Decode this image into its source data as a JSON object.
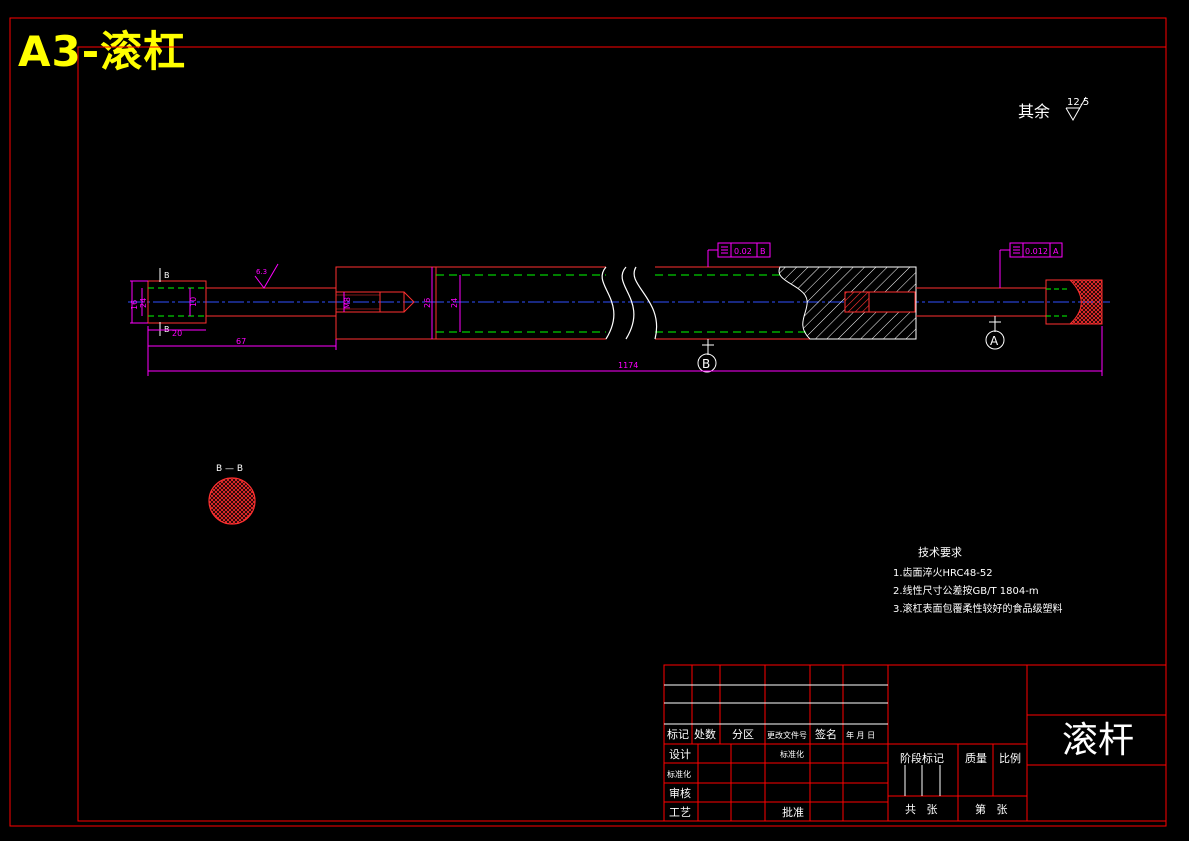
{
  "sheet": {
    "corner_label": "A3-滚杠"
  },
  "surface_note": {
    "prefix": "其余",
    "roughness_value": "12.5",
    "roughness_value_small": "6.3"
  },
  "dimensions": {
    "d16": "16",
    "d24_left": "24",
    "d10": "10",
    "len20": "20",
    "len67": "67",
    "m8": "M8",
    "d26": "26",
    "d24_mid": "24",
    "total_length": "1174"
  },
  "section_marks": {
    "b_top": "B",
    "b_bottom": "B",
    "datum_b": "B",
    "datum_a": "A",
    "section_title": "B — B"
  },
  "tolerances": {
    "frame1_value": "0.02",
    "frame1_datum": "B",
    "frame2_value": "0.012",
    "frame2_datum": "A"
  },
  "tech_requirements": {
    "title": "技术要求",
    "items": [
      "1.齿面淬火HRC48-52",
      "2.线性尺寸公差按GB/T 1804-m",
      "3.滚杠表面包覆柔性较好的食品级塑料"
    ]
  },
  "title_block": {
    "part_name": "滚杆",
    "header_row": [
      "标记",
      "处数",
      "分区",
      "更改文件号",
      "签名",
      "年 月 日"
    ],
    "rows_left": [
      "设计",
      "标准化",
      "审核",
      "工艺"
    ],
    "standardization_right": "标准化",
    "approve": "批准",
    "stage_label": "阶段标记",
    "mass_label": "质量",
    "scale_label": "比例",
    "total_sheets": "共   张",
    "sheet_no": "第   张"
  }
}
